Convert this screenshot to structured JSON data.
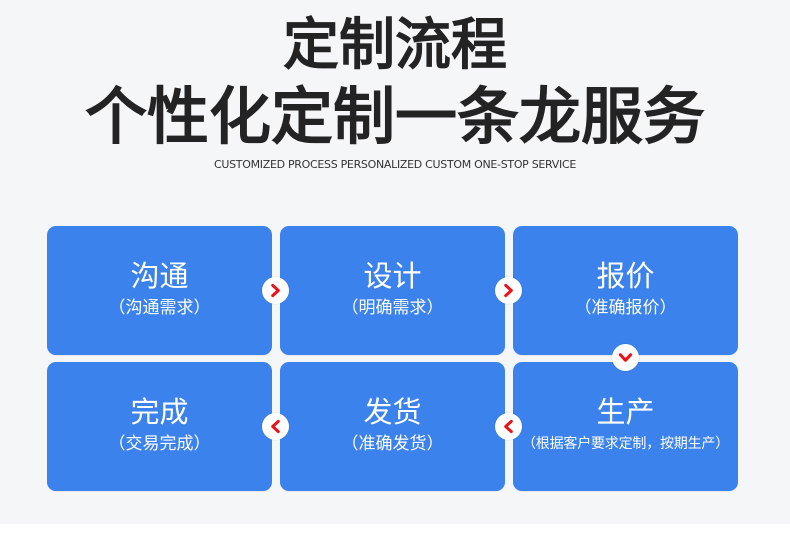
{
  "header": {
    "title_line1": "定制流程",
    "title_line2": "个性化定制一条龙服务",
    "subtitle": "CUSTOMIZED PROCESS PERSONALIZED CUSTOM ONE-STOP SERVICE"
  },
  "steps": [
    {
      "title": "沟通",
      "subtitle": "（沟通需求）"
    },
    {
      "title": "设计",
      "subtitle": "（明确需求）"
    },
    {
      "title": "报价",
      "subtitle": "（准确报价）"
    },
    {
      "title": "完成",
      "subtitle": "（交易完成）"
    },
    {
      "title": "发货",
      "subtitle": "（准确发货）"
    },
    {
      "title": "生产",
      "subtitle": "（根据客户要求定制，按期生产）"
    }
  ],
  "arrows": [
    {
      "icon": "chevron-right-icon"
    },
    {
      "icon": "chevron-right-icon"
    },
    {
      "icon": "chevron-down-icon"
    },
    {
      "icon": "chevron-left-icon"
    },
    {
      "icon": "chevron-left-icon"
    }
  ],
  "colors": {
    "card": "#3b82ec",
    "arrow": "#e8141b",
    "title": "#232323",
    "background": "#f5f6f8"
  }
}
